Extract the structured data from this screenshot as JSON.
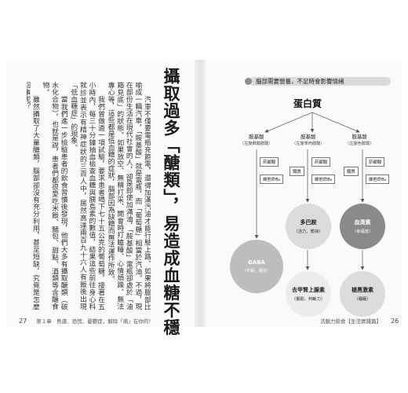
{
  "left_page": {
    "title": "攝取過多「醣類」，易造成血糖不穩",
    "paragraphs": [
      "汽車不僅要電瓶充飽電，還得加滿汽油才能行駛上路，如果將腦部比喻成一輛汽車，「胺基酸」就是電瓶，而「葡萄糖」相當於汽油。不過，現在部份生活在現代社會的人，卻是即使加滿油，「胺基酸」電瓶卻處於「油箱見底」的狀態。如果放空、無精打采、開會時打瞌睡、心情煩躁、無法專心等，這些都是低血糖的症狀，腦部因為缺糖而無法運作所致。",
      "我們曾做過一項試驗，要求患者喝下七十五公克的葡萄糖，接著在五小時內，每三十分鐘抽血檢查血糖與胰島素的數值，結果這些前往身心科就診並表示有精神症狀的三百人中，居然高達兩百九十六人有飯後出現「低血糖症」的現象。",
      "當我們進一步檢驗患者的飲食習慣後發現，他們大多有攝取醣類（碳水化合物），也就是說，患者們都很愛吃米飯、麵包、甜點、酒類等含醣食物。",
      "雖然攝取了大量醣類，腦部卻沒有充分利用，甚至短缺，究竟是怎麼回事呢？"
    ],
    "page_number": "27",
    "running_head": "第１章　焦慮、恐慌、憂鬱症，解除「病」在你的！"
  },
  "right_page": {
    "banner": "腦部需要營養，不足時會影響情緒",
    "root": "蛋白質",
    "amino": [
      {
        "name": "胺基酸",
        "sub": "（左旋麩醯胺酸）"
      },
      {
        "name": "胺基酸",
        "sub": "（左旋苯丙胺酸）"
      },
      {
        "name": "胺基酸",
        "sub": "（左旋色胺酸）"
      }
    ],
    "tags": {
      "t1": "菸鹼酸",
      "t2": "維他命B₆",
      "t3": "鐵質",
      "t4": "菸鹼酸",
      "t5": "維他命B₆",
      "t6": "鐵質",
      "t7": "菸鹼酸",
      "t8": "維他命B₆"
    },
    "nodes": {
      "gaba": {
        "name": "GABA",
        "desc": "（平靜、穩定）"
      },
      "dopamine": {
        "name": "多巴胺",
        "desc": "（活力、愉快）"
      },
      "serotonin": {
        "name": "血清素",
        "desc": "（幸福感）"
      },
      "noradrenaline": {
        "name": "去甲腎上腺素",
        "desc": "（衝勁、判斷力）"
      },
      "melatonin": {
        "name": "褪黑激素",
        "desc": "（睡眠）"
      }
    },
    "page_number": "26",
    "running_head": "活腦力飲食【生活實踐篇】"
  }
}
